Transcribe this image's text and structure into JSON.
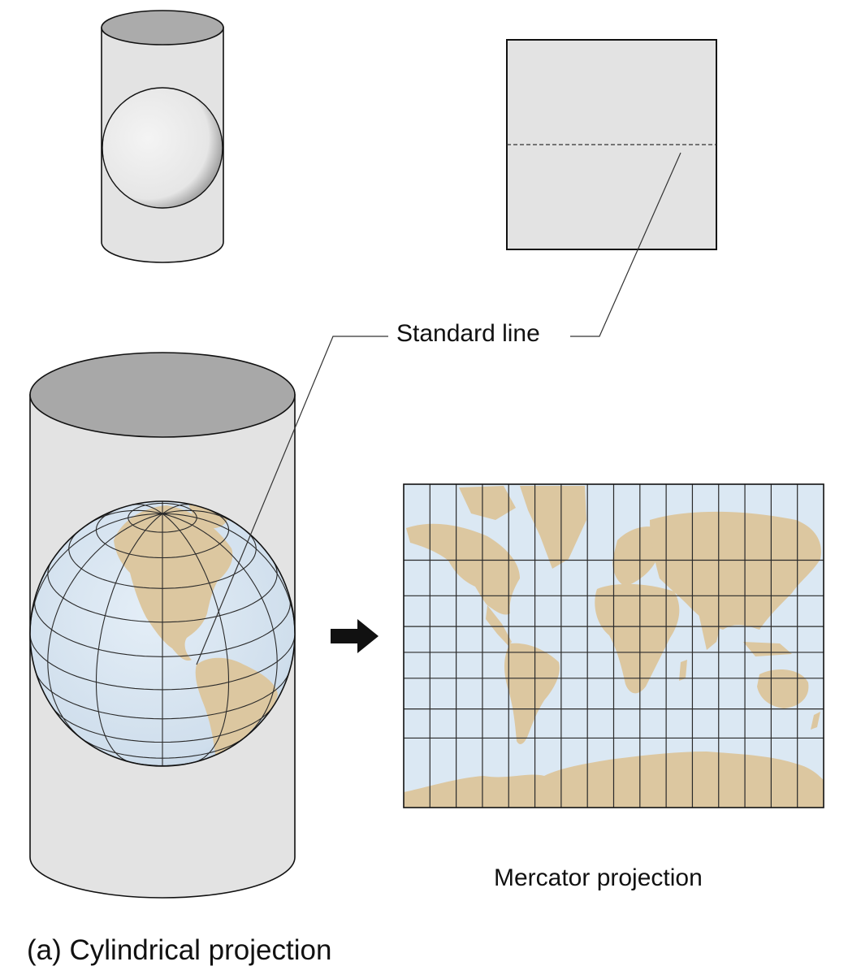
{
  "labels": {
    "standard_line": "Standard line",
    "mercator": "Mercator projection",
    "caption": "(a) Cylindrical projection"
  },
  "colors": {
    "cylinder_fill": "#e3e3e3",
    "cylinder_top": "#a9a9a9",
    "flat_sheet": "#e3e3e3",
    "ocean": "#dbe8f3",
    "land": "#dcc7a0",
    "grid_line": "#2a2a2a",
    "outline": "#111111"
  },
  "icons": {
    "arrow": "right-arrow-icon"
  },
  "mercator_grid": {
    "columns": 16,
    "rows": 8
  },
  "globe_grid": {
    "meridians": 12,
    "parallels": 11
  }
}
